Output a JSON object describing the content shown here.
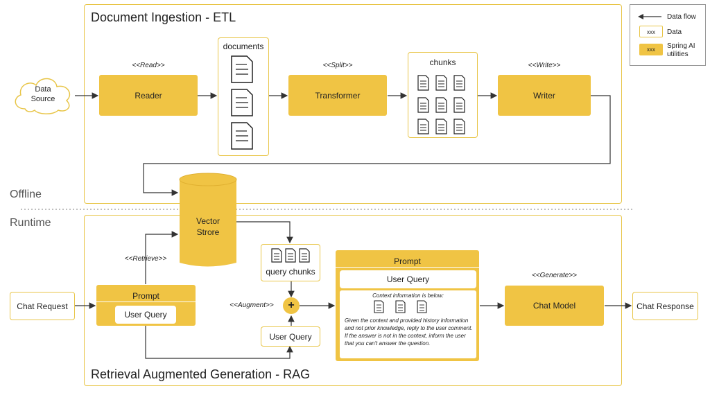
{
  "etl": {
    "title": "Document Ingestion - ETL",
    "data_source": "Data\nSource",
    "reader": {
      "stereotype": "<<Read>>",
      "label": "Reader"
    },
    "documents_label": "documents",
    "transformer": {
      "stereotype": "<<Split>>",
      "label": "Transformer"
    },
    "chunks_label": "chunks",
    "writer": {
      "stereotype": "<<Write>>",
      "label": "Writer"
    }
  },
  "divider": {
    "offline": "Offline",
    "runtime": "Runtime"
  },
  "vector_store": {
    "label": "Vector\nStrore"
  },
  "rag": {
    "title": "Retrieval Augmented Generation - RAG",
    "chat_request": "Chat Request",
    "retrieve": "<<Retrieve>>",
    "prompt_left": {
      "title": "Prompt",
      "query": "User Query"
    },
    "query_chunks": "query chunks",
    "augment": "<<Augment>>",
    "plus": "+",
    "user_query_bottom": "User Query",
    "prompt_big": {
      "title": "Prompt",
      "query": "User Query",
      "context_header": "Context information is below:",
      "context_body": "Given the context and provided history information and not prior knowledge, reply to the user comment. If the answer is not in the context, inform the user that you can't answer the question."
    },
    "generate": "<<Generate>>",
    "chat_model": "Chat Model",
    "chat_response": "Chat Response"
  },
  "legend": {
    "data_flow": "Data flow",
    "data_sample": "xxx",
    "data": "Data",
    "utils_sample": "xxx",
    "utils": "Spring AI\nutilities"
  },
  "colors": {
    "accent": "#f0c444",
    "border": "#e8c547",
    "line": "#333333"
  }
}
